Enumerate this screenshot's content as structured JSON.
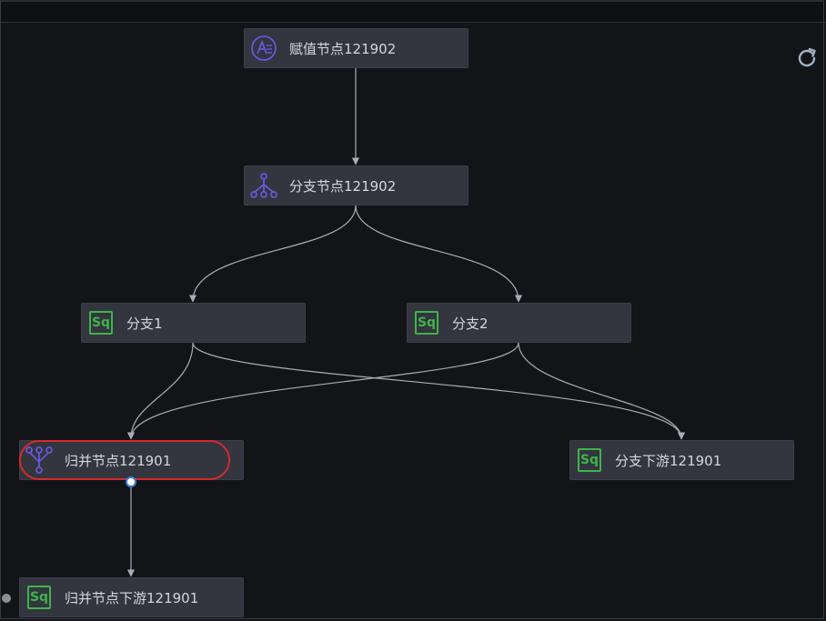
{
  "nodes": {
    "assign": {
      "label": "赋值节点121902",
      "icon": "assign-icon"
    },
    "branch": {
      "label": "分支节点121902",
      "icon": "branch-icon"
    },
    "branch1": {
      "label": "分支1",
      "icon": "sql-icon"
    },
    "branch2": {
      "label": "分支2",
      "icon": "sql-icon"
    },
    "merge": {
      "label": "归并节点121901",
      "icon": "merge-icon"
    },
    "branch_downstream": {
      "label": "分支下游121901",
      "icon": "sql-icon"
    },
    "merge_downstream": {
      "label": "归并节点下游121901",
      "icon": "sql-icon"
    }
  },
  "sql_badge_text": "Sq",
  "colors": {
    "canvas": "#131418",
    "node": "#33353f",
    "edge": "#a9adb8",
    "sql_green": "#3fb44a",
    "icon_purple": "#6b55d8",
    "highlight": "#d62b2b"
  }
}
